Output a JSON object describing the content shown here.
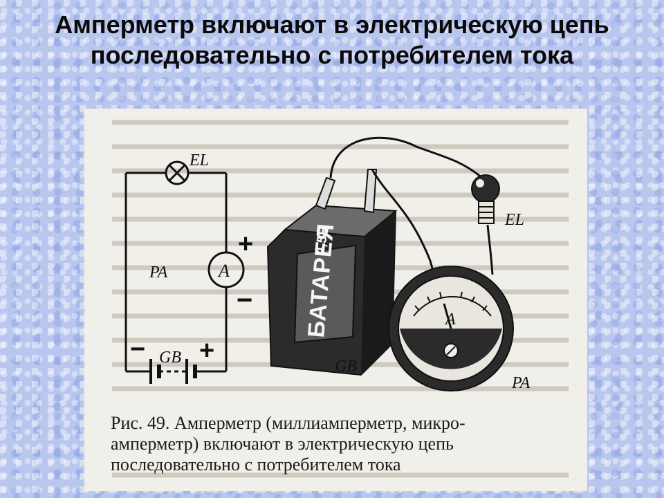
{
  "slide": {
    "title": "Амперметр включают в электрическую цепь последовательно с потребителем тока"
  },
  "figure": {
    "schematic": {
      "lamp_label": "EL",
      "ammeter_label": "PA",
      "ammeter_symbol": "A",
      "battery_label": "GB",
      "plus_top": "+",
      "minus_mid": "−",
      "minus_left": "−",
      "plus_right": "+"
    },
    "drawing": {
      "battery_voltage": "4,5В",
      "battery_text": "БАТАРЕЯ",
      "battery_label": "GB",
      "bulb_label": "EL",
      "meter_symbol": "A",
      "meter_label": "PA"
    },
    "caption": {
      "line1": "Рис. 49. Амперметр (миллиамперметр, микро-",
      "line2": "амперметр) включают в электрическую цепь",
      "line3": "последовательно с потребителем тока"
    }
  }
}
